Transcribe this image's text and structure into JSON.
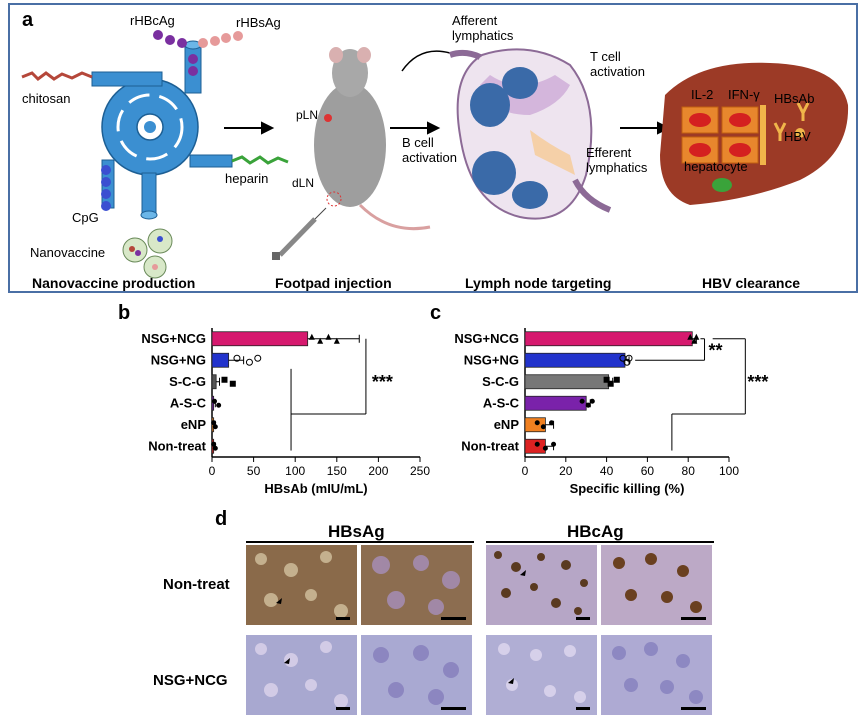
{
  "panel_a": {
    "letter": "a",
    "steps": [
      "Nanovaccine production",
      "Footpad injection",
      "Lymph node targeting",
      "HBV clearance"
    ],
    "labels": {
      "rhbcag": "rHBcAg",
      "rhbsag": "rHBsAg",
      "chitosan": "chitosan",
      "heparin": "heparin",
      "cpg": "CpG",
      "nanovaccine": "Nanovaccine",
      "pln": "pLN",
      "dln": "dLN",
      "afferent": "Afferent lymphatics",
      "t_cell": "T cell activation",
      "b_cell": "B cell activation",
      "efferent": "Efferent lymphatics",
      "il2": "IL-2",
      "ifn": "IFN-γ",
      "hbsab": "HBsAb",
      "hbv": "HBV",
      "hepatocyte": "hepatocyte"
    },
    "colors": {
      "frame": "#4a6fa5",
      "device": "#3b8fd1",
      "chitosan": "#b5473a",
      "heparin": "#3aa33a",
      "liver": "#9c3a26",
      "cpg": "#3b4fd1",
      "rhbcag": "#7a2fa0",
      "rhbsag": "#e69a9a"
    }
  },
  "panel_b": {
    "letter": "b",
    "significance": "***"
  },
  "panel_c": {
    "letter": "c",
    "sig_major": "***",
    "sig_minor": "**"
  },
  "panel_d": {
    "letter": "d",
    "col_headers": [
      "HBsAg",
      "HBcAg"
    ],
    "row_labels": [
      "Non-treat",
      "NSG+NCG"
    ],
    "colors": {
      "stained": "#8a6a4a",
      "unstained": "#a8a8d0"
    }
  },
  "chart_data": [
    {
      "type": "bar",
      "orientation": "horizontal",
      "categories": [
        "NSG+NCG",
        "NSG+NG",
        "S-C-G",
        "A-S-C",
        "eNP",
        "Non-treat"
      ],
      "values": [
        115,
        20,
        5,
        2,
        2,
        2
      ],
      "errors": [
        62,
        18,
        4,
        2,
        2,
        2
      ],
      "points": [
        [
          120,
          130,
          140,
          150
        ],
        [
          30,
          45,
          55
        ],
        [
          15,
          25
        ],
        [
          3,
          8
        ],
        [
          2,
          4
        ],
        [
          2,
          4
        ]
      ],
      "colors": [
        "#d6196e",
        "#2233cc",
        "#555555",
        "#7a22aa",
        "#f08020",
        "#dd2222"
      ],
      "xlabel": "HBsAb (mIU/mL)",
      "xlim": [
        0,
        250
      ],
      "xticks": [
        0,
        50,
        100,
        150,
        200,
        250
      ],
      "significance": [
        "***"
      ]
    },
    {
      "type": "bar",
      "orientation": "horizontal",
      "categories": [
        "NSG+NCG",
        "NSG+NG",
        "S-C-G",
        "A-S-C",
        "eNP",
        "Non-treat"
      ],
      "values": [
        82,
        49,
        41,
        30,
        10,
        10
      ],
      "errors": [
        2,
        2,
        2,
        2,
        4,
        4
      ],
      "points": [
        [
          81,
          83,
          84
        ],
        [
          48,
          50,
          51
        ],
        [
          40,
          42,
          45
        ],
        [
          28,
          31,
          33
        ],
        [
          6,
          9,
          13
        ],
        [
          6,
          10,
          14
        ]
      ],
      "colors": [
        "#d6196e",
        "#2233cc",
        "#777777",
        "#7a22aa",
        "#f08020",
        "#dd2222"
      ],
      "xlabel": "Specific killing (%)",
      "xlim": [
        0,
        100
      ],
      "xticks": [
        0,
        20,
        40,
        60,
        80,
        100
      ],
      "significance": [
        "**",
        "***"
      ]
    }
  ]
}
